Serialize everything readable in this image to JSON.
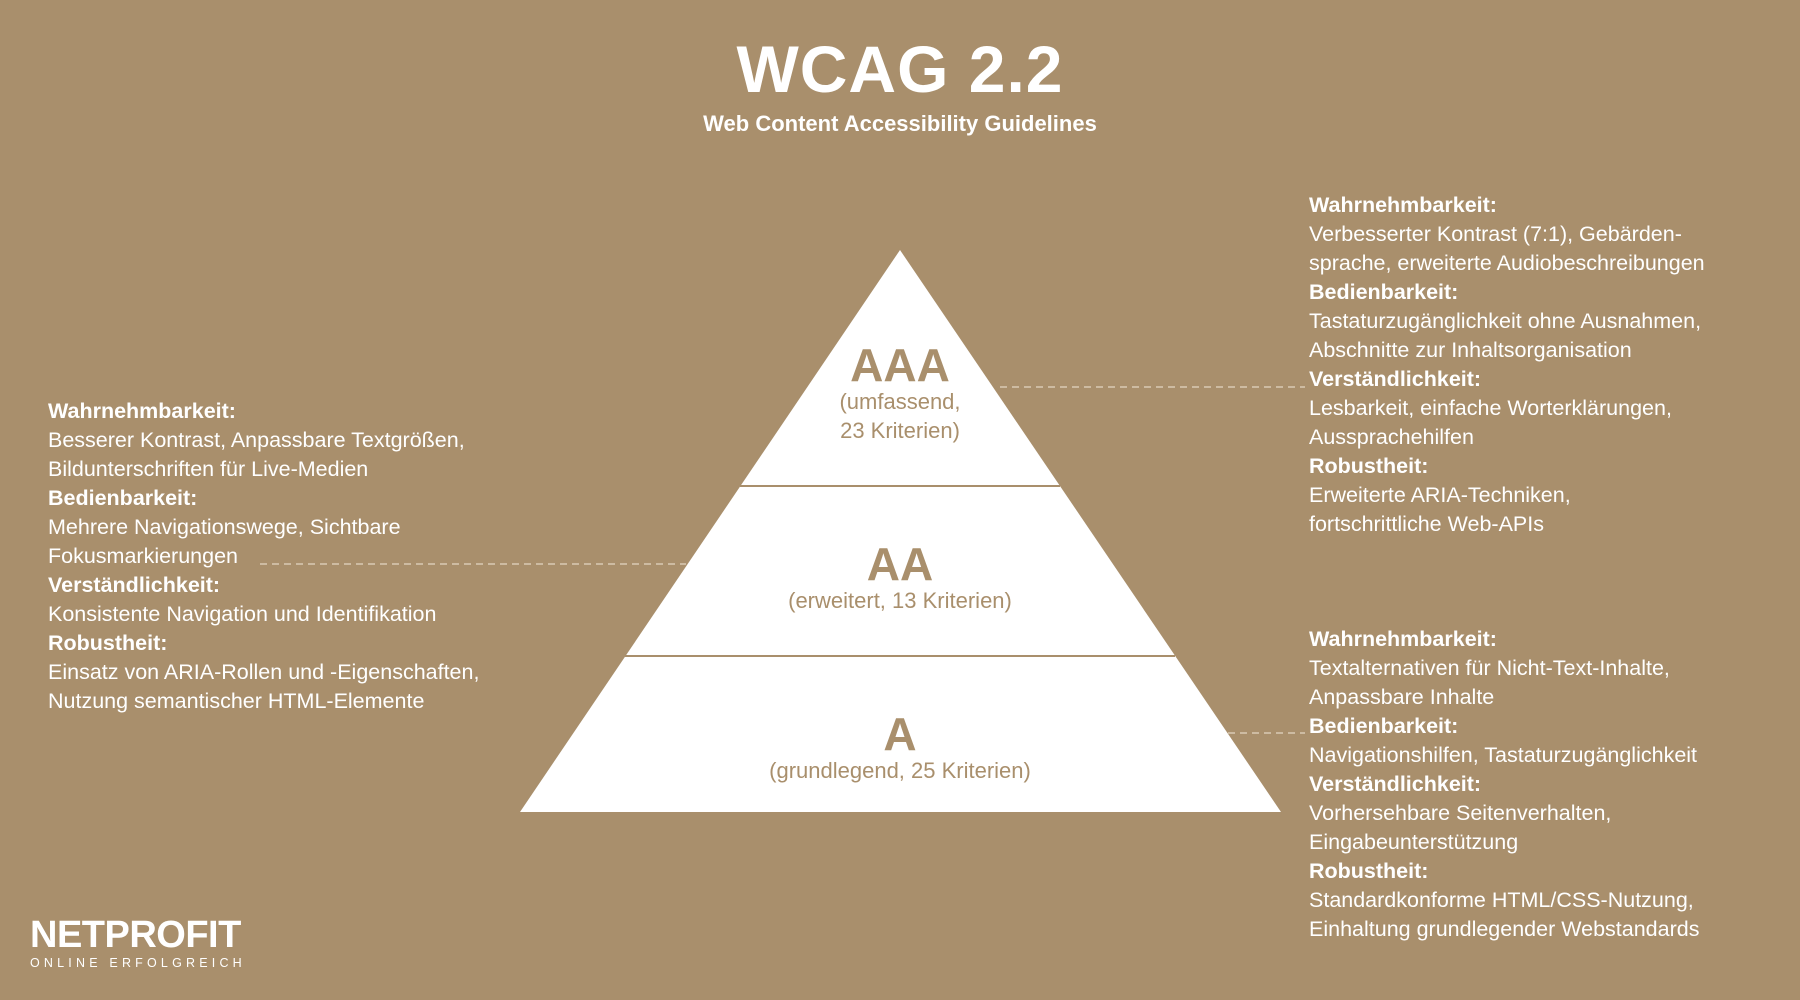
{
  "colors": {
    "background": "#a98f6c",
    "pyramid_fill": "#ffffff",
    "pyramid_text": "#a98f6c",
    "text": "#ffffff",
    "divider": "#a98f6c",
    "connector": "#d9cab4"
  },
  "header": {
    "title": "WCAG 2.2",
    "subtitle": "Web Content Accessibility Guidelines"
  },
  "pyramid": {
    "levels": [
      {
        "code": "AAA",
        "desc_lines": [
          "(umfassend,",
          "23 Kriterien)"
        ]
      },
      {
        "code": "AA",
        "desc_lines": [
          "(erweitert, 13 Kriterien)"
        ]
      },
      {
        "code": "A",
        "desc_lines": [
          "(grundlegend, 25 Kriterien)"
        ]
      }
    ]
  },
  "info_aaa": {
    "perceivable_label": "Wahrnehmbarkeit:",
    "perceivable_lines": [
      "Verbesserter Kontrast (7:1), Gebärden-",
      "sprache, erweiterte Audiobeschreibungen"
    ],
    "operable_label": "Bedienbarkeit:",
    "operable_lines": [
      "Tastaturzugänglichkeit ohne Ausnahmen,",
      "Abschnitte zur Inhaltsorganisation"
    ],
    "understandable_label": "Verständlichkeit:",
    "understandable_lines": [
      "Lesbarkeit, einfache Worterklärungen,",
      "Aussprachehilfen"
    ],
    "robust_label": "Robustheit:",
    "robust_lines": [
      "Erweiterte ARIA-Techniken,",
      "fortschrittliche Web-APIs"
    ]
  },
  "info_aa": {
    "perceivable_label": "Wahrnehmbarkeit:",
    "perceivable_lines": [
      "Besserer Kontrast, Anpassbare Textgrößen,",
      "Bildunterschriften für Live-Medien"
    ],
    "operable_label": "Bedienbarkeit:",
    "operable_lines": [
      "Mehrere Navigationswege, Sichtbare",
      "Fokusmarkierungen"
    ],
    "understandable_label": "Verständlichkeit:",
    "understandable_lines": [
      "Konsistente Navigation und Identifikation"
    ],
    "robust_label": "Robustheit:",
    "robust_lines": [
      "Einsatz von ARIA-Rollen und -Eigenschaften,",
      "Nutzung semantischer HTML-Elemente"
    ]
  },
  "info_a": {
    "perceivable_label": "Wahrnehmbarkeit:",
    "perceivable_lines": [
      "Textalternativen für Nicht-Text-Inhalte,",
      "Anpassbare Inhalte"
    ],
    "operable_label": "Bedienbarkeit:",
    "operable_lines": [
      "Navigationshilfen, Tastaturzugänglichkeit"
    ],
    "understandable_label": "Verständlichkeit:",
    "understandable_lines": [
      "Vorhersehbare Seitenverhalten,",
      "Eingabeunterstützung"
    ],
    "robust_label": "Robustheit:",
    "robust_lines": [
      "Standardkonforme HTML/CSS-Nutzung,",
      "Einhaltung grundlegender Webstandards"
    ]
  },
  "logo": {
    "brand": "NETPROFIT",
    "claim": "ONLINE ERFOLGREICH"
  }
}
